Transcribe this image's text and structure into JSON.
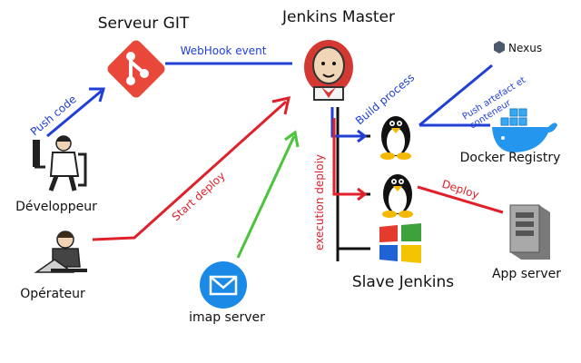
{
  "nodes": {
    "git": "Serveur GIT",
    "jenkins": "Jenkins Master",
    "dev": "Développeur",
    "ops": "Opérateur",
    "imap": "imap server",
    "slaves": "Slave Jenkins",
    "registry": "Docker Registry",
    "app": "App server",
    "nexus": "Nexus"
  },
  "edges": {
    "push_code": "Push code",
    "webhook": "WebHook event",
    "build": "Build process",
    "push_artefact_1": "Push artefact et",
    "push_artefact_2": "conteneur",
    "start_deploy": "Start deploy",
    "execution": "execution deploiy",
    "deploy": "Deploy"
  },
  "colors": {
    "blue": "#1f3fd6",
    "red": "#e0202a",
    "green": "#4ac43a",
    "git": "#e8473a",
    "mail": "#1a8ae6",
    "docker": "#2496ed"
  }
}
